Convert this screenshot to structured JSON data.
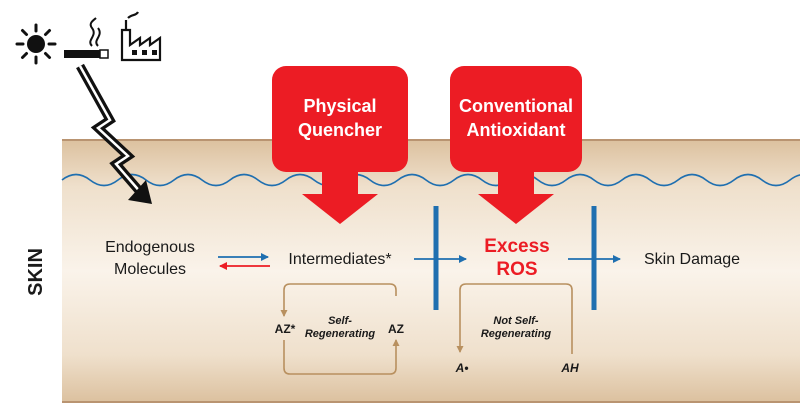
{
  "skin_label": "SKIN",
  "pollution_icons": [
    "sun-icon",
    "cigarette-icon",
    "factory-icon"
  ],
  "boxes": {
    "physical": {
      "line1": "Physical",
      "line2": "Quencher"
    },
    "antioxidant": {
      "line1": "Conventional",
      "line2": "Antioxidant"
    }
  },
  "nodes": {
    "endogenous_line1": "Endogenous",
    "endogenous_line2": "Molecules",
    "intermediates": "Intermediates*",
    "excess_line1": "Excess",
    "excess_line2": "ROS",
    "damage": "Skin Damage"
  },
  "cycle_left": {
    "left_label": "AZ*",
    "right_label": "AZ",
    "center_line1": "Self-",
    "center_line2": "Regenerating"
  },
  "cycle_right": {
    "left_label": "A•",
    "right_label": "AH",
    "center_line1": "Not Self-",
    "center_line2": "Regenerating"
  },
  "colors": {
    "skin_band": "#e2c9a9",
    "skin_band_light": "#f6ebde",
    "skin_edge": "#b99471",
    "wave": "#1f6fb0",
    "red": "#ec1c24",
    "blue": "#1f6fb0",
    "cycle": "#b8905f",
    "text": "#1a1a1a"
  }
}
